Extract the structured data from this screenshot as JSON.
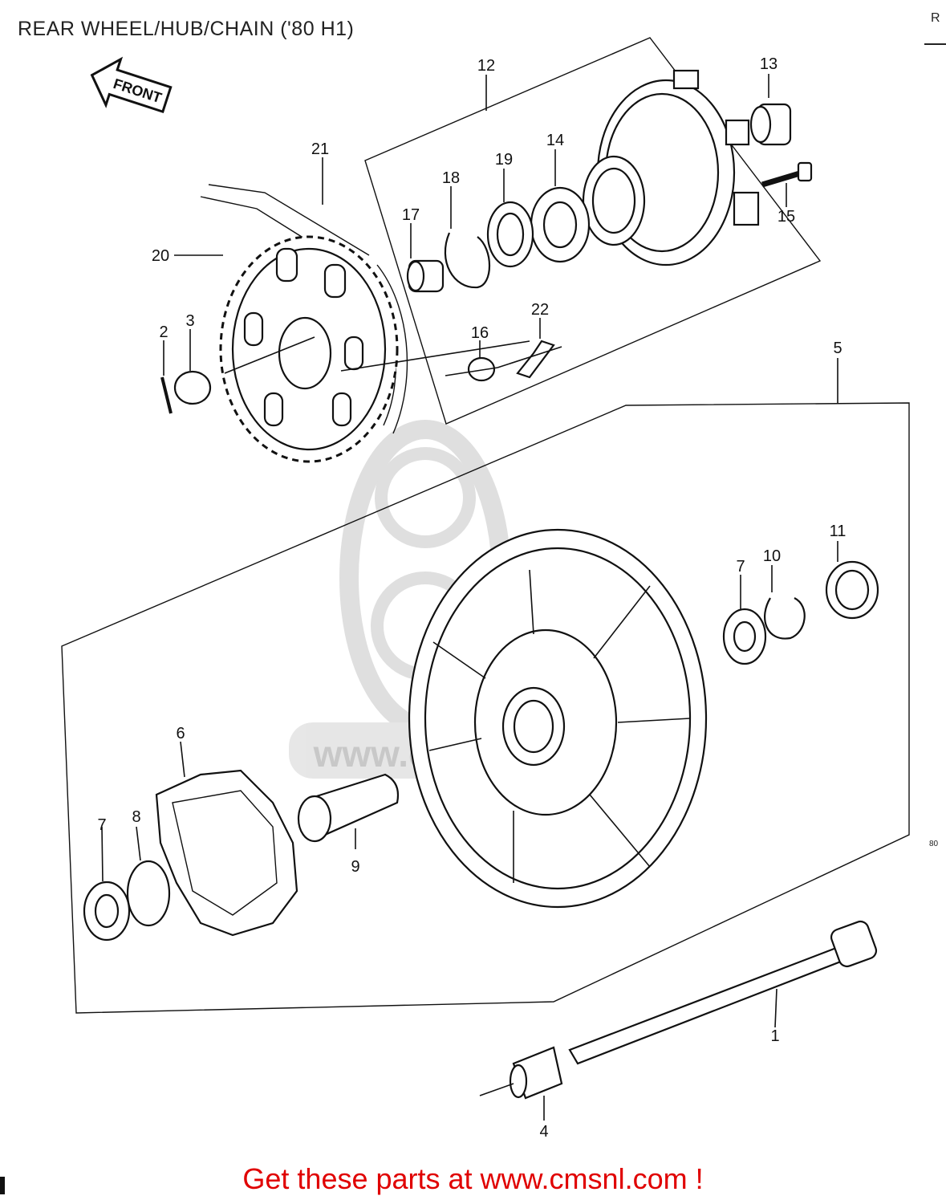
{
  "title": "REAR WHEEL/HUB/CHAIN ('80 H1)",
  "corner_label": "R",
  "front_arrow_label": "FRONT",
  "diagram_ref": "80",
  "watermark": "www.cmsnl.com",
  "banner": "Get these parts at www.cmsnl.com !",
  "callouts": {
    "c1": "1",
    "c2": "2",
    "c3": "3",
    "c4": "4",
    "c5": "5",
    "c6": "6",
    "c7a": "7",
    "c7b": "7",
    "c8": "8",
    "c9": "9",
    "c10": "10",
    "c11": "11",
    "c12": "12",
    "c13": "13",
    "c14": "14",
    "c15": "15",
    "c16": "16",
    "c17": "17",
    "c18": "18",
    "c19": "19",
    "c20": "20",
    "c21": "21",
    "c22": "22"
  },
  "colors": {
    "banner": "#e00000",
    "ink": "#111111",
    "watermark": "#d8d8d8"
  }
}
